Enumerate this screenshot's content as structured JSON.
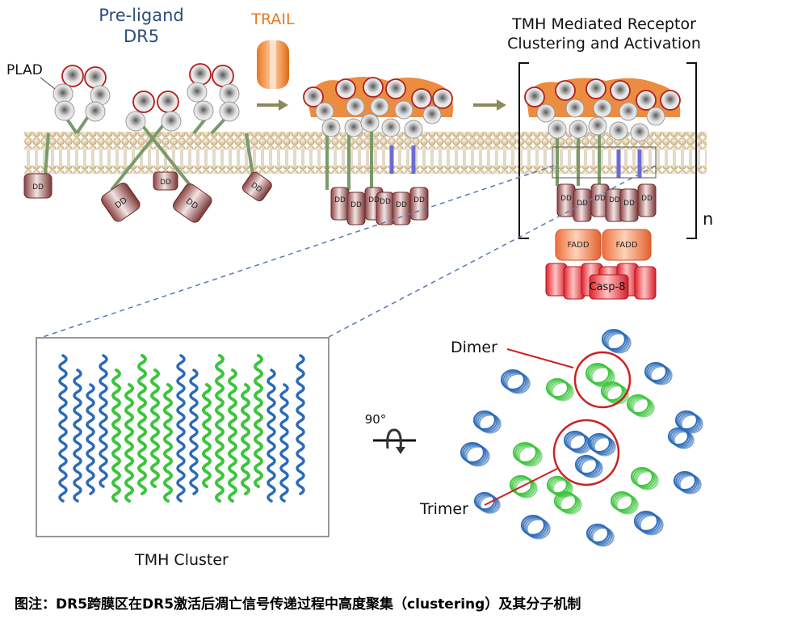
{
  "labels": {
    "pre_ligand_line1": "Pre-ligand",
    "pre_ligand_line2": "DR5",
    "trail": "TRAIL",
    "plad": "PLAD",
    "tmh_title_line1": "TMH Mediated Receptor",
    "tmh_title_line2": "Clustering and Activation",
    "n": "n",
    "dd": "DD",
    "fadd": "FADD",
    "casp8": "Casp-8",
    "tmh_cluster": "TMH Cluster",
    "rotation": "90°",
    "dimer": "Dimer",
    "trimer": "Trimer"
  },
  "caption": "图注：DR5跨膜区在DR5激活后凋亡信号传递过程中高度聚集（clustering）及其分子机制",
  "colors": {
    "title_blue": "#2e4e7a",
    "trail_orange": "#e8781e",
    "arrow_olive": "#8a8a5a",
    "membrane_head": "#e9dcc2",
    "dd_brown": "#8b4a4a",
    "fadd_orange": "#f28a58",
    "casp_red": "#e8303a",
    "helix_blue": "#2a6ab8",
    "helix_green": "#3cc43c",
    "circle_red": "#cc2222"
  }
}
